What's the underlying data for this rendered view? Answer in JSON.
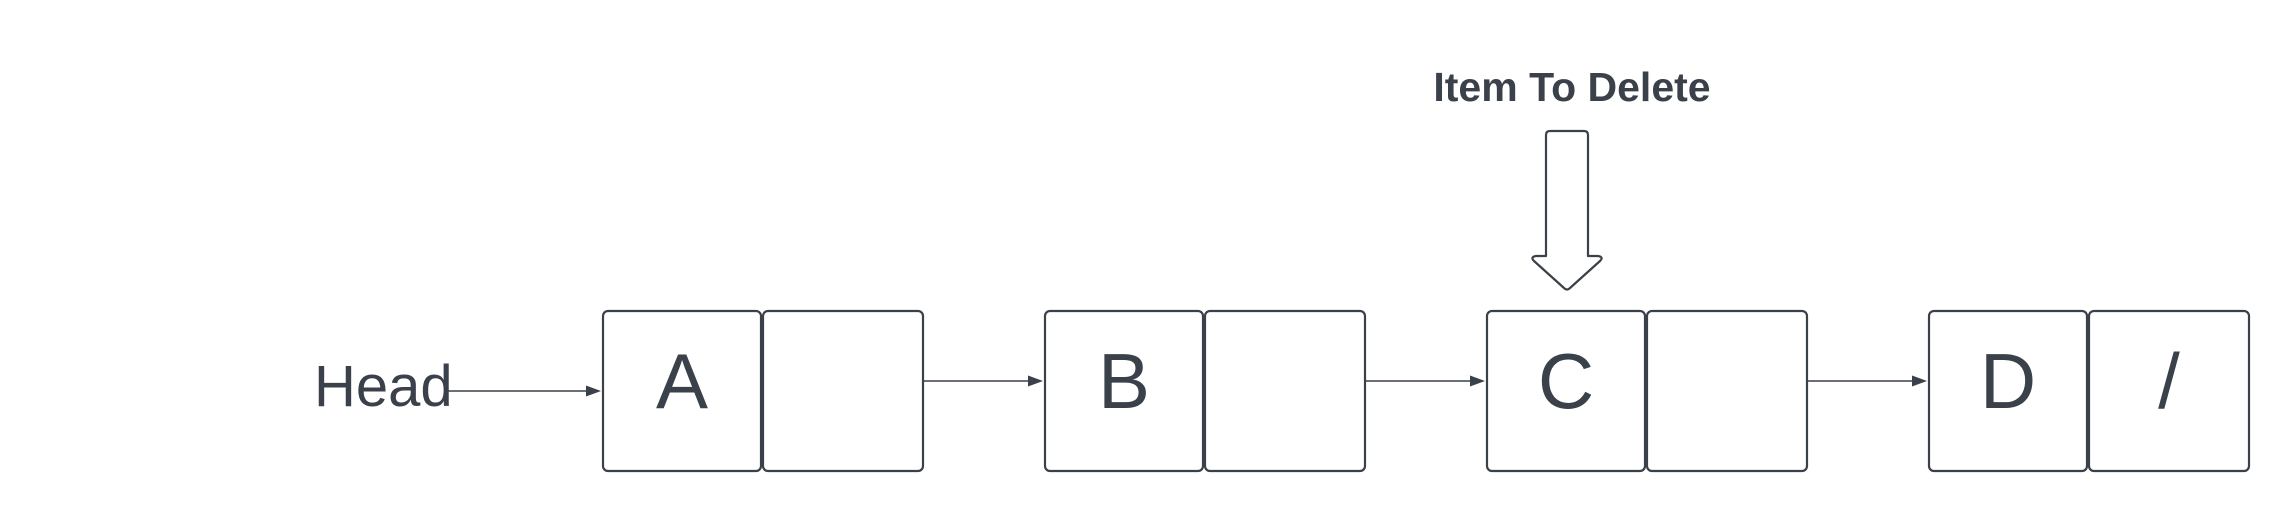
{
  "diagram": {
    "head_label": "Head",
    "delete_label": "Item To Delete",
    "nodes": [
      {
        "value": "A",
        "next": ""
      },
      {
        "value": "B",
        "next": ""
      },
      {
        "value": "C",
        "next": ""
      },
      {
        "value": "D",
        "next": "/"
      }
    ],
    "colors": {
      "stroke": "#3a414a",
      "text": "#3a414a",
      "fill": "#ffffff"
    }
  }
}
